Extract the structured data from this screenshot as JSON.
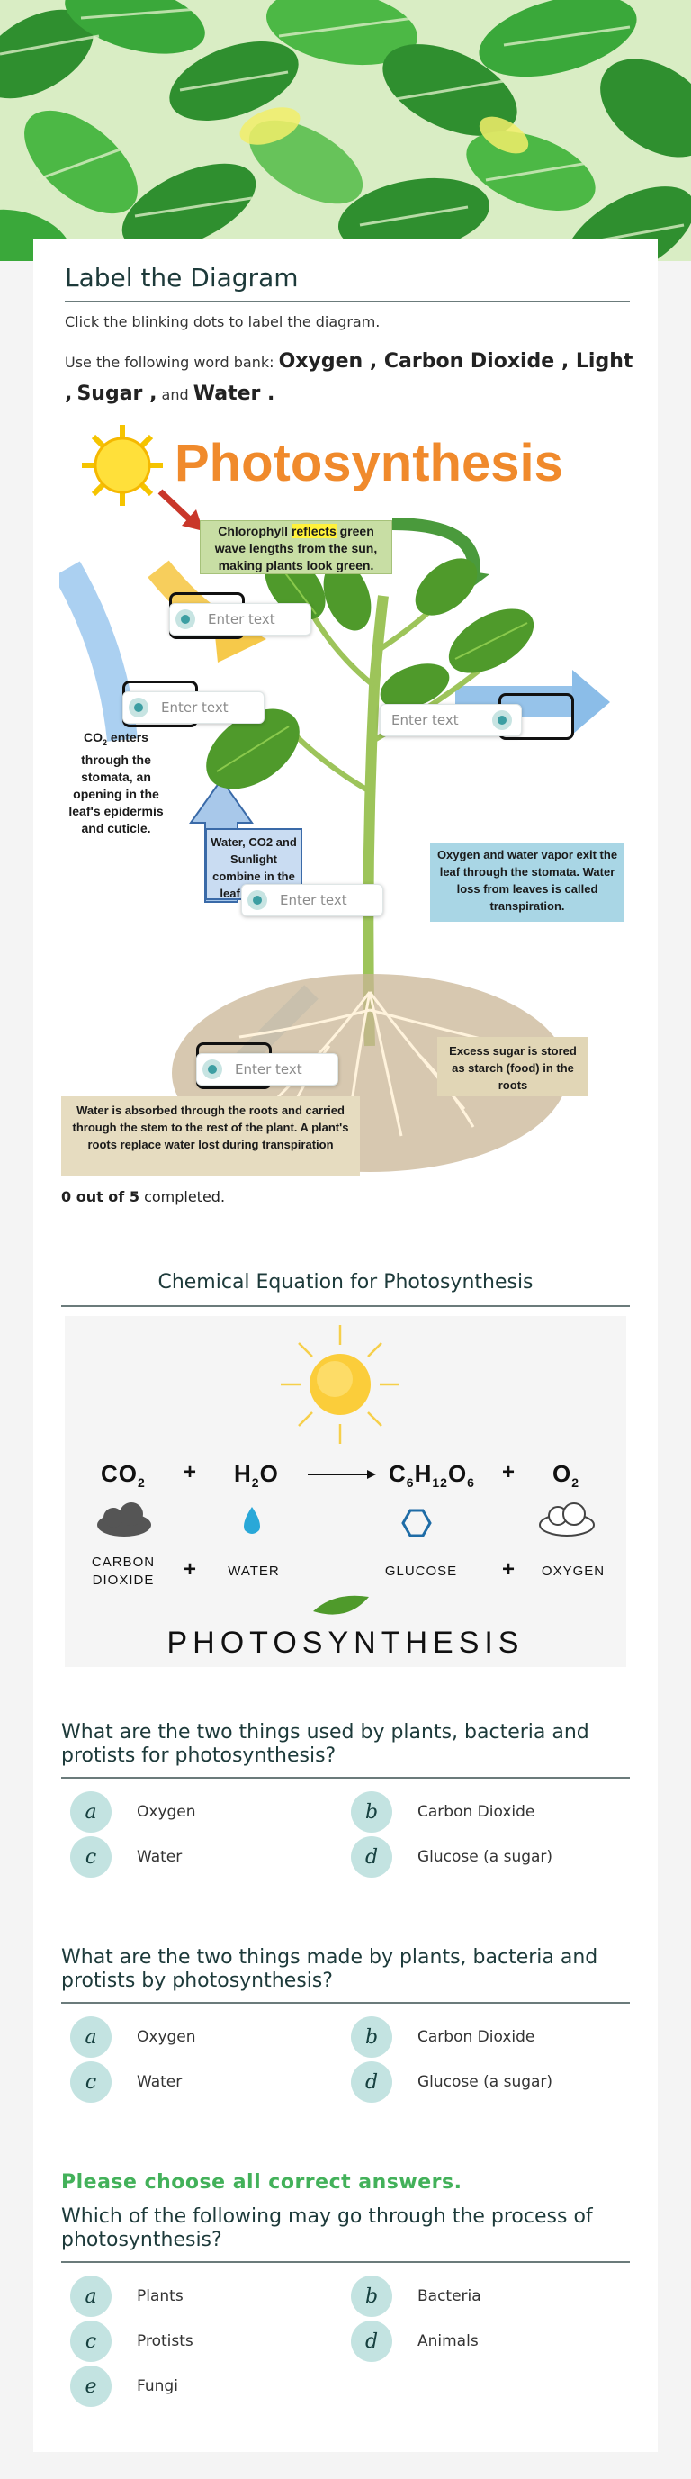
{
  "header": {
    "title": "Label the Diagram",
    "instruction": "Click the blinking dots to label the diagram.",
    "word_bank_intro": "Use the following word bank:",
    "word_bank": [
      "Oxygen",
      "Carbon Dioxide",
      "Light",
      "Sugar",
      "Water"
    ],
    "word_bank_and": "and"
  },
  "diagram": {
    "title": "Photosynthesis",
    "boxes": {
      "chlorophyll_a": "Chlorophyll",
      "chlorophyll_highlight": "reflects",
      "chlorophyll_b": "green wave lengths from the sun, making plants look green.",
      "co2_line1": "CO",
      "co2_sub": "2",
      "co2_rest": " enters through the stomata, an opening in the leaf's epidermis and cuticle.",
      "combine": "Water, CO2 and Sunlight combine in the leaf to make",
      "oxygen_exit": "Oxygen and water vapor exit the leaf through the stomata. Water loss from leaves is called transpiration.",
      "sugar_stored": "Excess sugar is stored as starch (food) in the roots",
      "water_absorbed": "Water is absorbed through the roots and carried through the stem to the rest of the plant.  A plant's roots replace water lost during transpiration"
    },
    "drop_placeholder": "Enter text"
  },
  "progress": {
    "done": "0 out of 5",
    "suffix": "completed."
  },
  "equation_section": {
    "title": "Chemical Equation for Photosynthesis",
    "labels": {
      "carbon_dioxide_1": "CARBON",
      "carbon_dioxide_2": "DIOXIDE",
      "water": "WATER",
      "glucose": "GLUCOSE",
      "oxygen": "OXYGEN",
      "plus": "+",
      "word": "PHOTOSYNTHESIS"
    }
  },
  "questions": [
    {
      "text": "What are the two things used by plants, bacteria and protists for photosynthesis?",
      "options": [
        {
          "letter": "a",
          "label": "Oxygen"
        },
        {
          "letter": "b",
          "label": "Carbon Dioxide"
        },
        {
          "letter": "c",
          "label": "Water"
        },
        {
          "letter": "d",
          "label": "Glucose (a sugar)"
        }
      ]
    },
    {
      "text": "What are the two things made by plants, bacteria and protists by photosynthesis?",
      "options": [
        {
          "letter": "a",
          "label": "Oxygen"
        },
        {
          "letter": "b",
          "label": "Carbon Dioxide"
        },
        {
          "letter": "c",
          "label": "Water"
        },
        {
          "letter": "d",
          "label": "Glucose (a sugar)"
        }
      ]
    },
    {
      "hint": "Please choose all correct answers.",
      "text": "Which of the following may go through the process of photosynthesis?",
      "options": [
        {
          "letter": "a",
          "label": "Plants"
        },
        {
          "letter": "b",
          "label": "Bacteria"
        },
        {
          "letter": "c",
          "label": "Protists"
        },
        {
          "letter": "d",
          "label": "Animals"
        },
        {
          "letter": "e",
          "label": "Fungi"
        }
      ]
    }
  ],
  "colors": {
    "accent_teal": "#3c9ea2",
    "option_circle": "#c3e3e1",
    "hint_green": "#43b15a",
    "title_orange": "#f08a2c"
  }
}
